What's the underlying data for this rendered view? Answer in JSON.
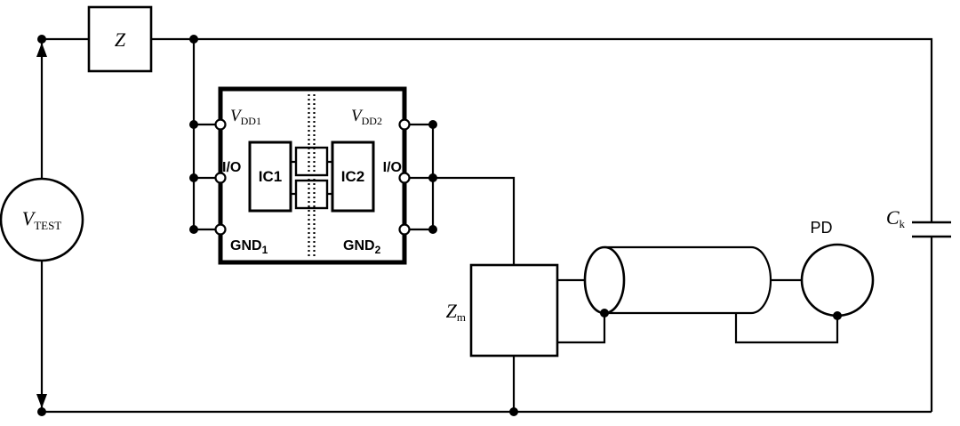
{
  "colors": {
    "line": "#000000",
    "background": "#ffffff"
  },
  "labels": {
    "series_impedance": {
      "main": "Z"
    },
    "test_source": {
      "main": "V",
      "sub": "TEST"
    },
    "vdd1": {
      "main": "V",
      "sub": "DD1"
    },
    "vdd2": {
      "main": "V",
      "sub": "DD2"
    },
    "io_left": {
      "main": "I/O"
    },
    "io_right": {
      "main": "I/O"
    },
    "ic1": {
      "main": "IC1"
    },
    "ic2": {
      "main": "IC2"
    },
    "gnd1": {
      "main": "GND",
      "sub": "1"
    },
    "gnd2": {
      "main": "GND",
      "sub": "2"
    },
    "measuring_impedance": {
      "main": "Z",
      "sub": "m"
    },
    "detector": {
      "main": "PD"
    },
    "coupling_capacitor": {
      "main": "C",
      "sub": "k"
    }
  }
}
